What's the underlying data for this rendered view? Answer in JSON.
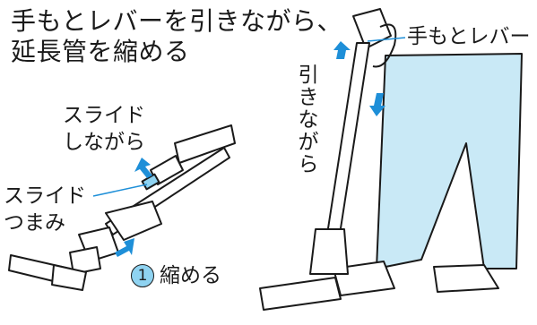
{
  "title": {
    "line1": "手もとレバーを引きながら、",
    "line2": "延長管を縮める"
  },
  "left_labels": {
    "slide_while_line1": "スライド",
    "slide_while_line2": "しながら",
    "slide_knob_line1": "スライド",
    "slide_knob_line2": "つまみ",
    "step_number": "1",
    "step_text": "縮める"
  },
  "right_labels": {
    "hand_lever": "手もとレバー",
    "pull_while_chars": [
      "引",
      "き",
      "な",
      "が",
      "ら"
    ]
  },
  "colors": {
    "accent": "#8fd3f1",
    "arrow": "#1e8fd8",
    "line": "#1a1a1a"
  }
}
